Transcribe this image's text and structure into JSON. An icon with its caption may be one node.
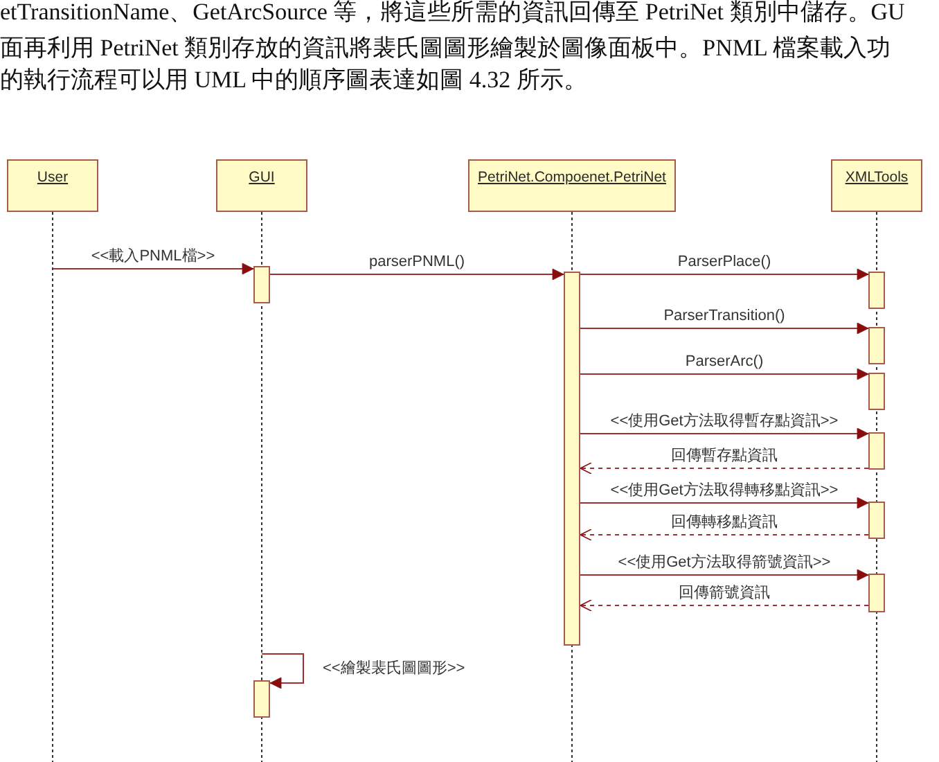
{
  "diagram": {
    "nodes": [
      {
        "text": [
          "User"
        ]
      },
      {
        "text": [
          "GUI"
        ]
      },
      {
        "text": [
          "PetriNet.Compoenet.PetriNet"
        ]
      },
      {
        "text": [
          "XMLTools"
        ]
      },
      {
        "text": [],
        "shape": "bar"
      },
      {
        "text": [],
        "shape": "bar"
      },
      {
        "text": [],
        "shape": "bar"
      },
      {
        "text": [],
        "shape": "bar"
      },
      {
        "text": [],
        "shape": "bar"
      },
      {
        "text": [],
        "shape": "bar"
      },
      {
        "text": [],
        "shape": "bar"
      },
      {
        "text": [],
        "shape": "bar"
      },
      {
        "text": [],
        "shape": "bar"
      }
    ],
    "edges": [
      {
        "from": 0,
        "to": 4,
        "arrow": "to",
        "label": "<<載入PNML檔>>"
      },
      {
        "from": 4,
        "to": 5,
        "arrow": "to",
        "label": "parserPNML()"
      },
      {
        "from": 5,
        "to": 6,
        "arrow": "to",
        "label": "ParserPlace()"
      },
      {
        "from": 5,
        "to": 7,
        "arrow": "to",
        "label": "ParserTransition()"
      },
      {
        "from": 5,
        "to": 8,
        "arrow": "to",
        "label": "ParserArc()"
      },
      {
        "from": 5,
        "to": 9,
        "arrow": "to",
        "label": "<<使用Get方法取得暫存點資訊>>"
      },
      {
        "from": 9,
        "to": 5,
        "arrow": "to",
        "label": "回傳暫存點資訊",
        "style": "dashed"
      },
      {
        "from": 5,
        "to": 10,
        "arrow": "to",
        "label": "<<使用Get方法取得轉移點資訊>>"
      },
      {
        "from": 10,
        "to": 5,
        "arrow": "to",
        "label": "回傳轉移點資訊",
        "style": "dashed"
      },
      {
        "from": 5,
        "to": 11,
        "arrow": "to",
        "label": "<<使用Get方法取得箭號資訊>>"
      },
      {
        "from": 11,
        "to": 5,
        "arrow": "to",
        "label": "回傳箭號資訊",
        "style": "dashed"
      },
      {
        "from": null,
        "to": 12,
        "arrow": "to",
        "label": "<<繪製裴氏圖圖形>>"
      }
    ],
    "labels": [
      "etTransitionName、GetArcSource 等，將這些所需的資訊回傳至 PetriNet 類別中儲存。GU",
      "面再利用 PetriNet 類別存放的資訊將裴氏圖圖形繪製於圖像面板中。PNML 檔案載入功",
      "的執行流程可以用 UML 中的順序圖表達如圖 4.32 所示。"
    ]
  }
}
